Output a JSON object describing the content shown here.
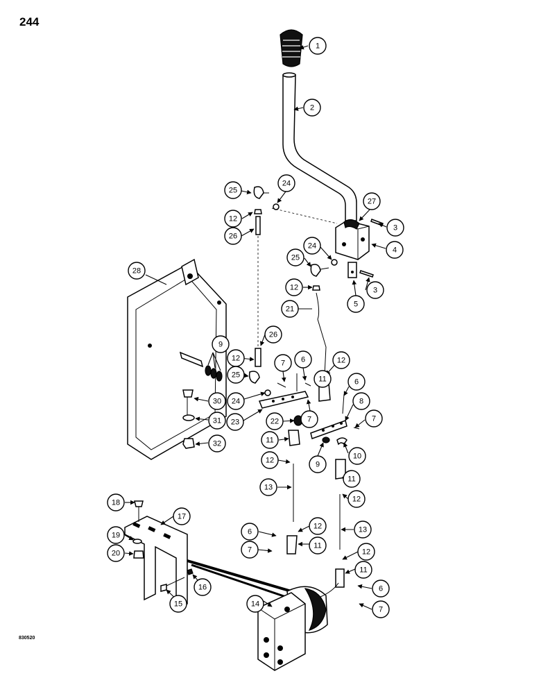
{
  "page": {
    "number": "244",
    "figure_code": "830520"
  },
  "callouts": [
    "1",
    "2",
    "3",
    "4",
    "5",
    "6",
    "7",
    "8",
    "9",
    "10",
    "11",
    "12",
    "13",
    "14",
    "15",
    "16",
    "17",
    "18",
    "19",
    "20",
    "21",
    "22",
    "23",
    "24",
    "25",
    "26",
    "27",
    "28",
    "30",
    "31",
    "32"
  ]
}
